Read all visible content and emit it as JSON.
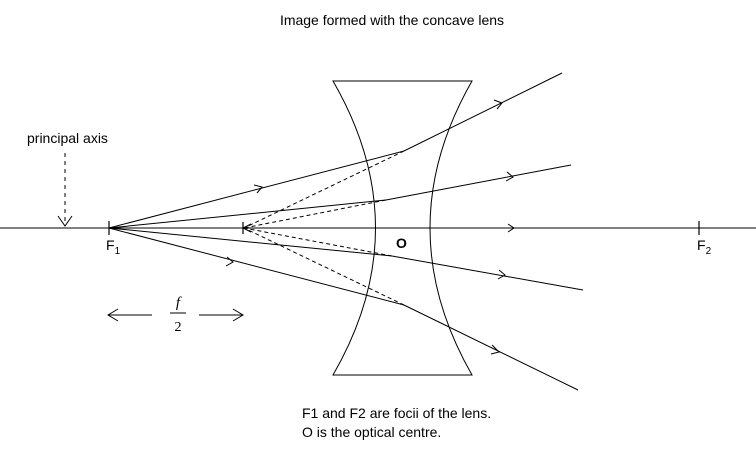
{
  "title": "Image formed with the concave lens",
  "axis_label": "principal axis",
  "focus_left": {
    "letter": "F",
    "subscript": "1"
  },
  "focus_right": {
    "letter": "F",
    "subscript": "2"
  },
  "optical_centre_label": "O",
  "distance_label": {
    "numerator": "f",
    "denominator": "2"
  },
  "caption": {
    "line1": "F1 and F2 are focii of the lens.",
    "line2": "O is the optical centre."
  },
  "colors": {
    "background": "#ffffff",
    "ink": "#000000"
  }
}
